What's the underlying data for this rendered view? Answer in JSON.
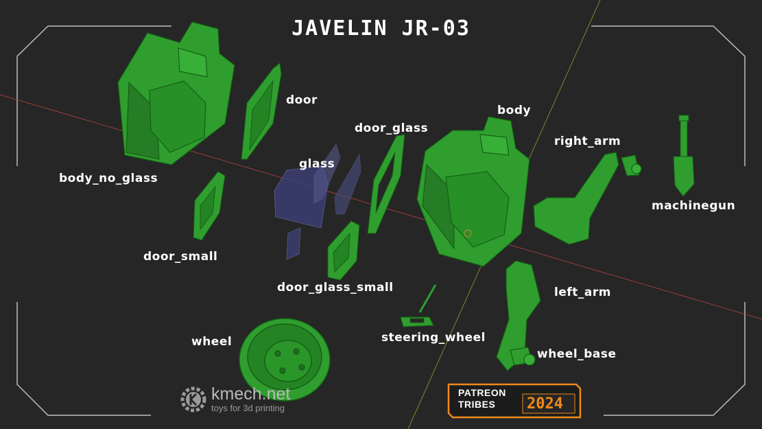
{
  "title": "JAVELIN JR-03",
  "labels": {
    "body_no_glass": "body_no_glass",
    "door": "door",
    "body": "body",
    "door_glass": "door_glass",
    "glass": "glass",
    "right_arm": "right_arm",
    "machinegun": "machinegun",
    "door_small": "door_small",
    "door_glass_small": "door_glass_small",
    "left_arm": "left_arm",
    "wheel": "wheel",
    "steering_wheel": "steering_wheel",
    "wheel_base": "wheel_base"
  },
  "brand": {
    "name": "kmech.net",
    "tagline": "toys for 3d printing"
  },
  "badge": {
    "line1": "PATREON",
    "line2": "TRIBES",
    "year": "2024"
  },
  "colors": {
    "background": "#262626",
    "part": "#2f9e2f",
    "glass": "#3a3e72",
    "accent": "#f08a1a"
  }
}
